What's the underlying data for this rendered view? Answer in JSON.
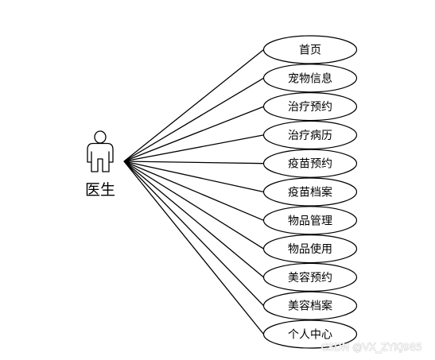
{
  "diagram": {
    "type": "use-case",
    "actor": {
      "label": "医生",
      "icon": "person-icon"
    },
    "use_cases": [
      "首页",
      "宠物信息",
      "治疗预约",
      "治疗病历",
      "疫苗预约",
      "疫苗档案",
      "物品管理",
      "物品使用",
      "美容预约",
      "美容档案",
      "个人中心"
    ]
  },
  "watermark": "CSDN @VX_ZYKJ985",
  "colors": {
    "stroke": "#000000",
    "background": "#ffffff"
  }
}
